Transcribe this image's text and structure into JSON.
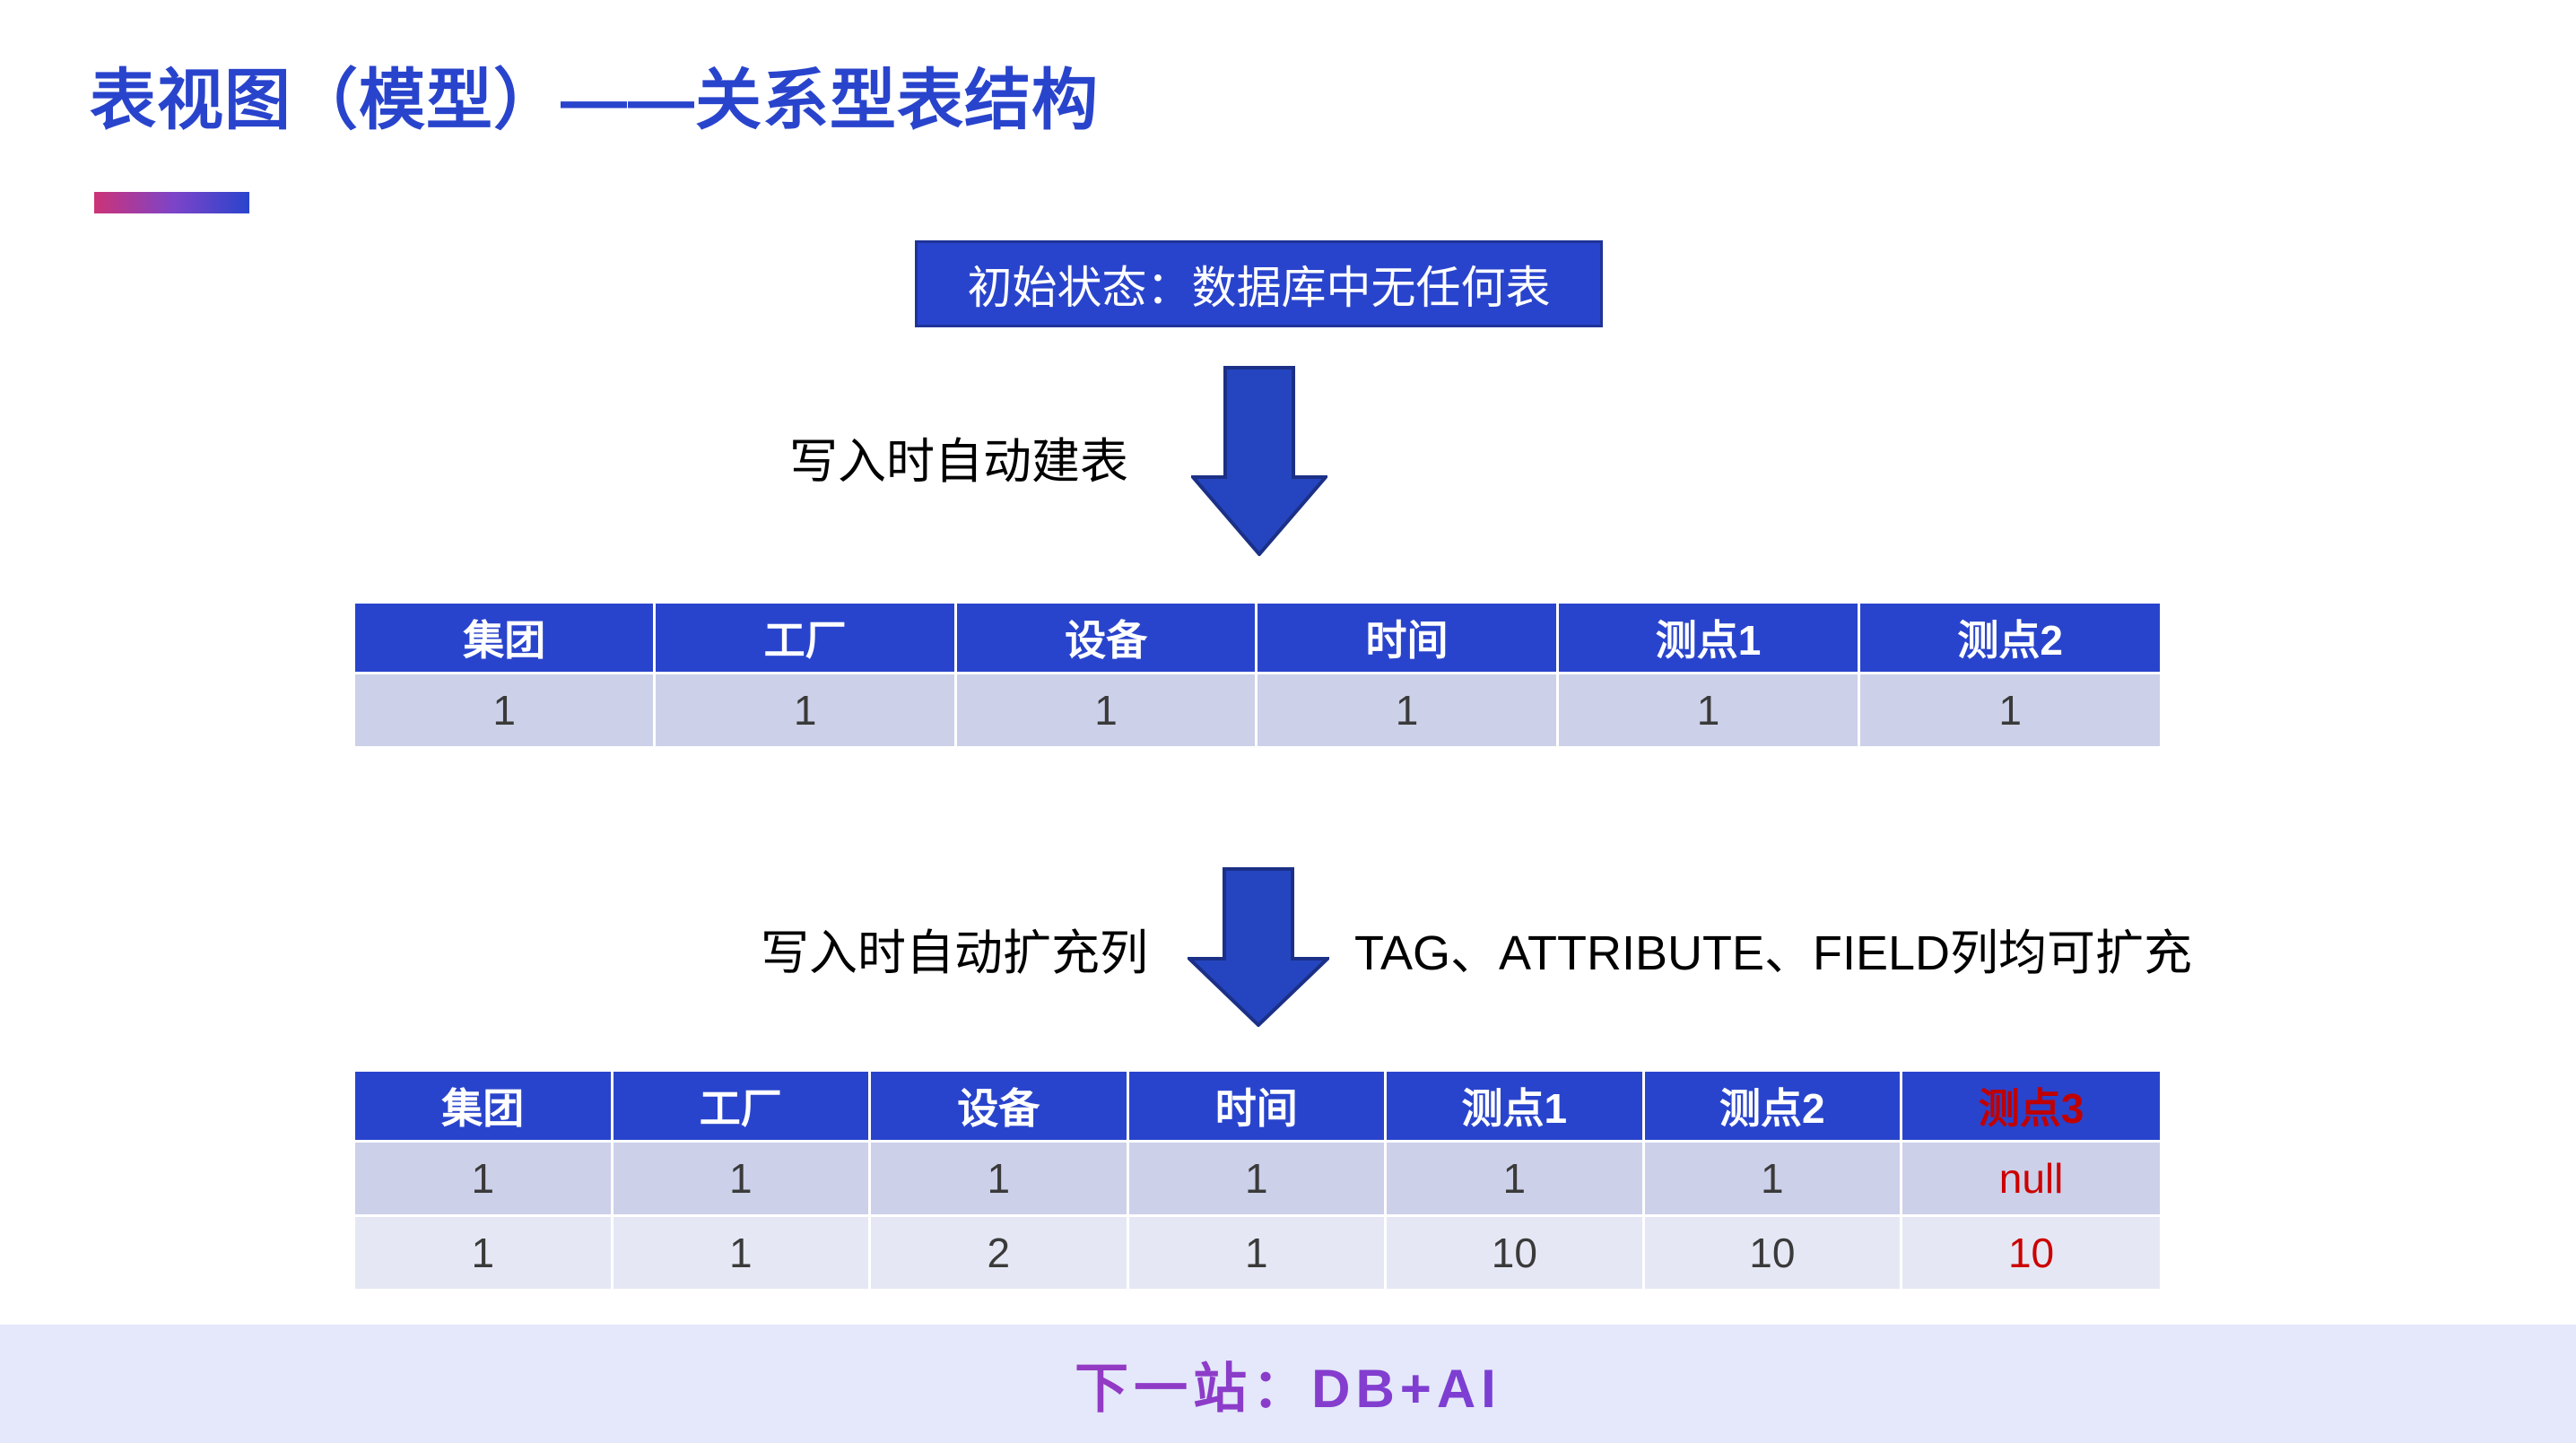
{
  "slide": {
    "title": "表视图（模型）——关系型表结构",
    "accent_gradient": [
      "#cc3377",
      "#7c44c9",
      "#2944cc"
    ],
    "header_blue": "#2944cc",
    "row_shade_a": "#ccd0e8",
    "row_shade_b": "#e5e8f4",
    "accent_red": "#cc0000"
  },
  "banner": {
    "text": "初始状态：数据库中无任何表"
  },
  "steps": [
    {
      "caption_left": "写入时自动建表",
      "caption_right": "",
      "arrow_icon": "down-arrow-icon"
    },
    {
      "caption_left": "写入时自动扩充列",
      "caption_right": "TAG、ATTRIBUTE、FIELD列均可扩充",
      "arrow_icon": "down-arrow-icon"
    }
  ],
  "table_one": {
    "headers": [
      "集团",
      "工厂",
      "设备",
      "时间",
      "测点1",
      "测点2"
    ],
    "rows": [
      [
        "1",
        "1",
        "1",
        "1",
        "1",
        "1"
      ]
    ]
  },
  "table_two": {
    "headers": [
      "集团",
      "工厂",
      "设备",
      "时间",
      "测点1",
      "测点2",
      "测点3"
    ],
    "accent_header_index": 6,
    "rows": [
      [
        "1",
        "1",
        "1",
        "1",
        "1",
        "1",
        "null"
      ],
      [
        "1",
        "1",
        "2",
        "1",
        "10",
        "10",
        "10"
      ]
    ],
    "accent_cells": [
      [
        0,
        6
      ],
      [
        1,
        6
      ]
    ]
  },
  "footer": {
    "text": "下一站：DB+AI"
  }
}
